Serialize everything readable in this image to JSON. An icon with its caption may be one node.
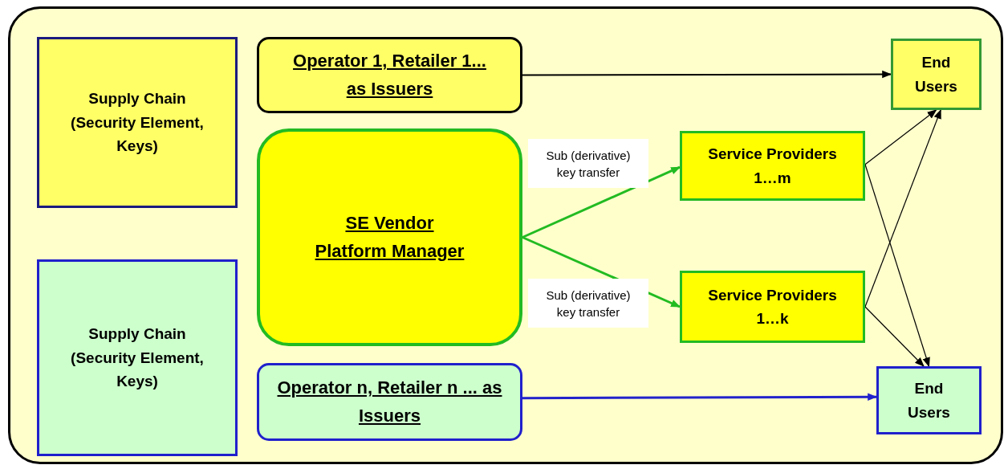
{
  "diagram": {
    "nodes": [
      {
        "text": [
          "Supply Chain (Security Element, Keys)"
        ]
      },
      {
        "text": [
          "Operator 1, Retailer 1... as Issuers"
        ]
      },
      {
        "text": [
          "End Users"
        ]
      },
      {
        "text": [
          "SE Vendor Platform Manager"
        ]
      },
      {
        "text": [
          "Service Providers 1…m"
        ]
      },
      {
        "text": [
          "Service Providers 1…k"
        ]
      },
      {
        "text": [
          "Supply Chain (Security Element, Keys)"
        ]
      },
      {
        "text": [
          "Operator n, Retailer n ... as Issuers"
        ]
      },
      {
        "text": [
          "End Users"
        ]
      }
    ],
    "edges": [
      {
        "from": 1,
        "to": 2,
        "arrow": "to"
      },
      {
        "from": 3,
        "to": 4,
        "arrow": "to",
        "label": "Sub (derivative) key transfer",
        "color": "#22bb22"
      },
      {
        "from": 3,
        "to": 5,
        "arrow": "to",
        "label": "Sub (derivative) key transfer",
        "color": "#22bb22"
      },
      {
        "from": 4,
        "to": 2,
        "arrow": "to"
      },
      {
        "from": 4,
        "to": 8,
        "arrow": "to"
      },
      {
        "from": 5,
        "to": 2,
        "arrow": "to"
      },
      {
        "from": 5,
        "to": 8,
        "arrow": "to"
      },
      {
        "from": 7,
        "to": 8,
        "arrow": "to",
        "color": "#2222cc"
      }
    ]
  }
}
